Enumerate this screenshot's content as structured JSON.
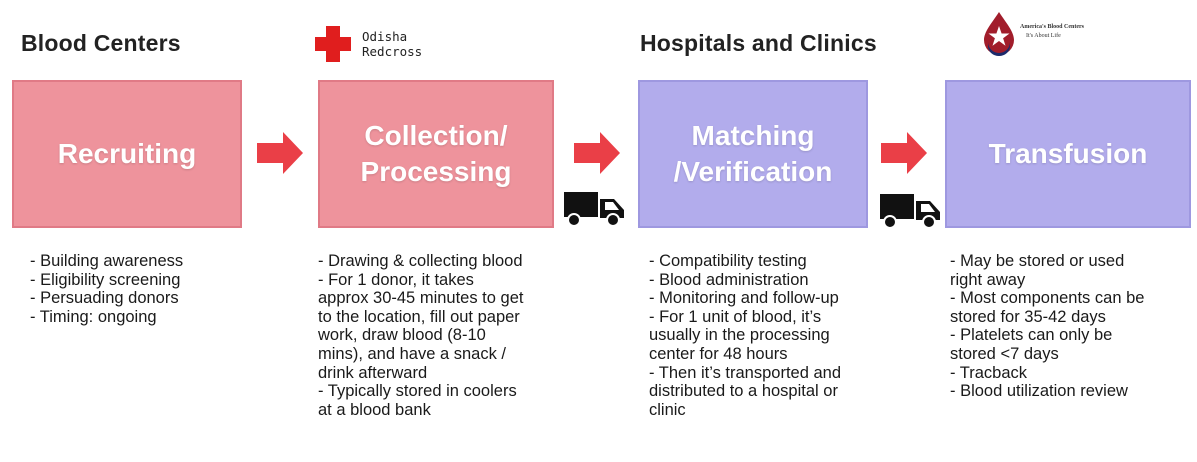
{
  "headers": {
    "blood_centers": "Blood Centers",
    "hospitals": "Hospitals and Clinics"
  },
  "logos": {
    "redcross": {
      "line1": "Odisha",
      "line2": "Redcross",
      "color": "#e01e1e"
    },
    "arc": {
      "line1": "America's Blood Centers",
      "line2": "It's About Life"
    }
  },
  "stages": [
    {
      "line1": "Recruiting",
      "line2": "",
      "color": "#ee939c"
    },
    {
      "line1": "Collection/",
      "line2": "Processing",
      "color": "#ee939c"
    },
    {
      "line1": "Matching",
      "line2": "/Verification",
      "color": "#b2acec"
    },
    {
      "line1": "Transfusion",
      "line2": "",
      "color": "#b2acec"
    }
  ],
  "notes": [
    [
      "- Building awareness",
      "- Eligibility screening",
      "- Persuading donors",
      "- Timing: ongoing"
    ],
    [
      "- Drawing & collecting blood",
      "- For 1 donor, it takes",
      "approx 30-45 minutes to get",
      "to the location, fill out paper",
      "work, draw blood (8-10",
      "mins), and have a snack /",
      "drink afterward",
      "- Typically stored in coolers",
      "at a blood bank"
    ],
    [
      "- Compatibility testing",
      "- Blood administration",
      "- Monitoring and follow-up",
      "- For 1 unit of blood, it’s",
      "usually in the processing",
      "center for 48 hours",
      "- Then it’s transported and",
      "distributed to a hospital or",
      "clinic"
    ],
    [
      "- May be stored or used",
      "right away",
      "- Most components can be",
      "stored for 35-42 days",
      "- Platelets can only be",
      "stored <7 days",
      "- Tracback",
      "- Blood utilization review"
    ]
  ],
  "colors": {
    "arrow": "#ea3f47",
    "pink_box": "#ee939c",
    "purple_box": "#b2acec",
    "truck": "#111111"
  },
  "icons": {
    "arrow": "right-arrow-icon",
    "truck": "truck-icon",
    "cross": "red-cross-icon",
    "star": "star-drop-icon"
  }
}
